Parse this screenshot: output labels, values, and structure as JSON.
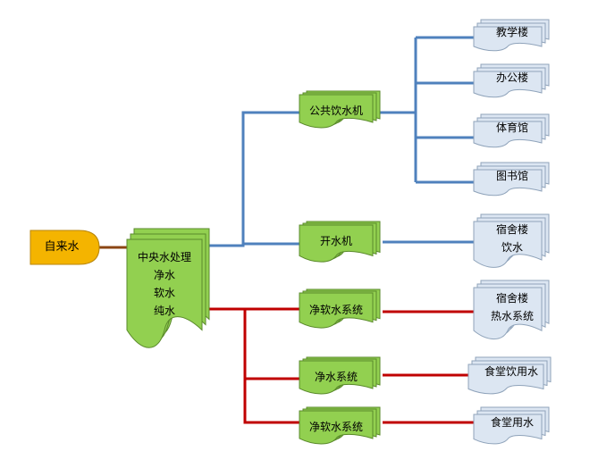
{
  "source": {
    "label": "自来水"
  },
  "central": {
    "lines": [
      "中央水处理",
      "净水",
      "软水",
      "纯水"
    ]
  },
  "processors": {
    "public": "公共饮水机",
    "boiling": "开水机",
    "softener_1": "净软水系统",
    "purifier": "净水系统",
    "softener_2": "净软水系统"
  },
  "destinations": {
    "teaching": "教学楼",
    "office": "办公楼",
    "gym": "体育馆",
    "library": "图书馆",
    "dorm_drink": [
      "宿舍楼",
      "饮水"
    ],
    "dorm_hot": [
      "宿舍楼",
      "热水系统"
    ],
    "canteen_drink": "食堂饮用水",
    "canteen_use": "食堂用水"
  },
  "colors": {
    "source_fill": "#F4B400",
    "processor_fill": "#92D050",
    "destination_fill": "#DCE6F2",
    "line_blue": "#4F81BD",
    "line_red": "#C00000",
    "line_brown": "#8B4513"
  }
}
